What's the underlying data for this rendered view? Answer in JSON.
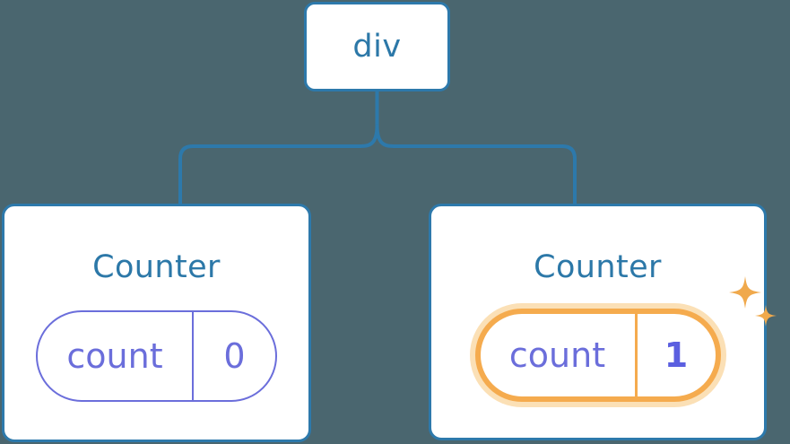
{
  "diagram": {
    "title": "React component tree with highlighted state update",
    "background_color": "#4a666f",
    "node_border_color": "#2d79ab",
    "node_text_color": "#2c78a8",
    "state_color": "#6b6edb",
    "highlight_color": "#f5ab4e",
    "highlight_glow_color": "#fbe0b6"
  },
  "root": {
    "label": "div"
  },
  "children": [
    {
      "title": "Counter",
      "state": {
        "key": "count",
        "value": "0"
      },
      "highlighted": false
    },
    {
      "title": "Counter",
      "state": {
        "key": "count",
        "value": "1"
      },
      "highlighted": true,
      "sparkle_icon": "sparkles-icon"
    }
  ]
}
